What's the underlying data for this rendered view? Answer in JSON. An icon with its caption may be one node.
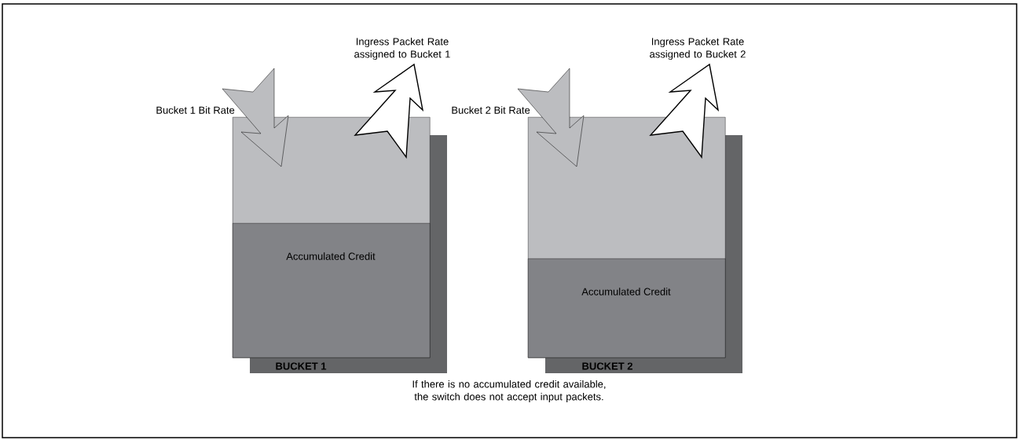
{
  "diagram": {
    "nodes": [
      {
        "text": [
          "BUCKET 1"
        ]
      },
      {
        "text": [
          "Accumulated Credit"
        ],
        "in": 0
      },
      {
        "text": [
          "BUCKET 2"
        ]
      },
      {
        "text": [
          "Accumulated Credit"
        ],
        "in": 2
      }
    ],
    "edges": [
      {
        "from": null,
        "to": 0,
        "arrow": "to",
        "label": "Bucket 1 Bit Rate"
      },
      {
        "from": 0,
        "to": null,
        "arrow": "to",
        "label": "Ingress Packet Rate assigned to Bucket 1",
        "style": "thick"
      },
      {
        "from": null,
        "to": 2,
        "arrow": "to",
        "label": "Bucket 2 Bit Rate"
      },
      {
        "from": 2,
        "to": null,
        "arrow": "to",
        "label": "Ingress Packet Rate assigned to Bucket 2",
        "style": "thick"
      }
    ],
    "labels": [
      "If there is no accumulated credit available, the switch does not accept input packets."
    ]
  }
}
